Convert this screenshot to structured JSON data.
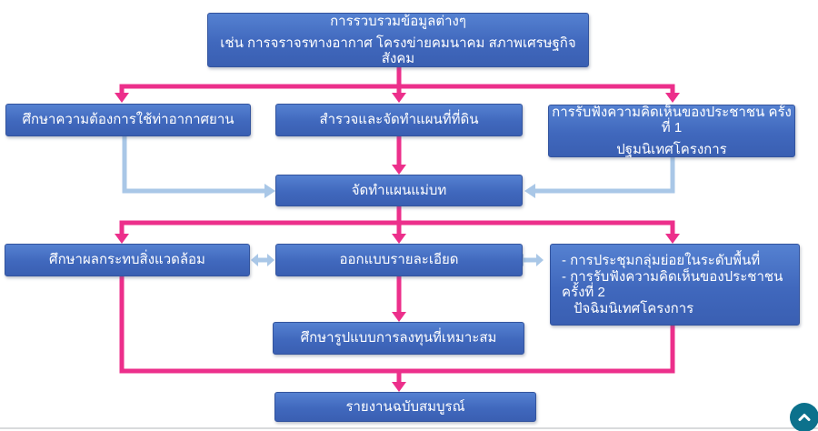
{
  "colors": {
    "arrow_pink": "#ec2f8b",
    "arrow_blue": "#a9c7e7",
    "box_top": "#5581d1",
    "box_bottom": "#3a5fb2",
    "box_border": "#33549e",
    "scroll_bg": "#0c718c",
    "divider": "#d9dadc"
  },
  "flowchart": {
    "top_line1": "การรวบรวมข้อมูลต่างๆ",
    "top_line2": "เช่น การจราจรทางอากาศ โครงข่ายคมนาคม สภาพเศรษฐกิจสังคม",
    "row2_left": "ศึกษาความต้องการใช้ท่าอากาศยาน",
    "row2_center": "สำรวจและจัดทำแผนที่ที่ดิน",
    "row2_right_line1": "การรับฟังความคิดเห็นของประชาชน ครั้งที่ 1",
    "row2_right_line2": "ปฐมนิเทศโครงการ",
    "row3_center": "จัดทำแผนแม่บท",
    "row4_left": "ศึกษาผลกระทบสิ่งแวดล้อม",
    "row4_center": "ออกแบบรายละเอียด",
    "row4_right": [
      "-  การประชุมกลุ่มย่อยในระดับพื้นที่",
      "-  การรับฟังความคิดเห็นของประชาชน ครั้งที่ 2",
      "ปัจฉิมนิเทศโครงการ"
    ],
    "row5_center": "ศึกษารูปแบบการลงทุนที่เหมาะสม",
    "bottom": "รายงานฉบับสมบูรณ์"
  },
  "scroll_top_button": {
    "icon": "chevron-up"
  }
}
